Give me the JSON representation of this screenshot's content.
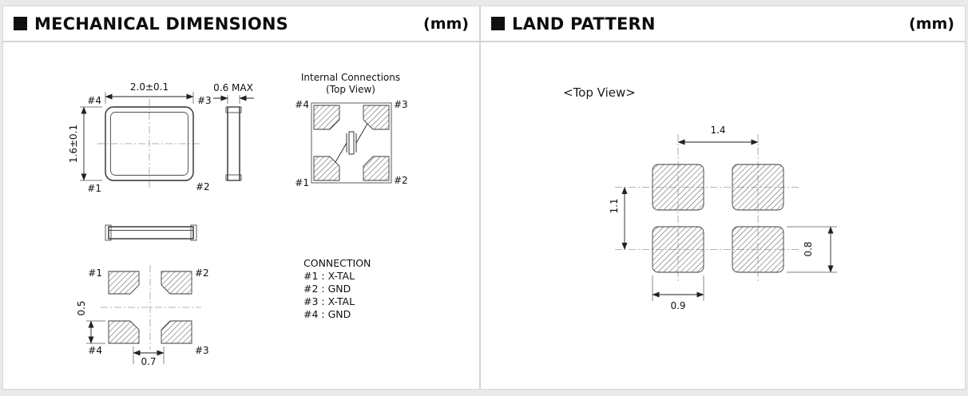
{
  "mechanical": {
    "title": "MECHANICAL DIMENSIONS",
    "unit": "(mm)",
    "top_view": {
      "width_dim": "2.0±0.1",
      "height_dim": "1.6±0.1",
      "pin_tl": "#4",
      "pin_tr": "#3",
      "pin_bl": "#1",
      "pin_br": "#2"
    },
    "side_view": {
      "thickness_dim": "0.6 MAX"
    },
    "internal": {
      "title_line1": "Internal Connections",
      "title_line2": "(Top View)",
      "pin_tl": "#4",
      "pin_tr": "#3",
      "pin_bl": "#1",
      "pin_br": "#2"
    },
    "bottom_view": {
      "pin_tl": "#1",
      "pin_tr": "#2",
      "pin_bl": "#4",
      "pin_br": "#3",
      "pad_height_dim": "0.5",
      "pad_width_dim": "0.7"
    },
    "connection": {
      "title": "CONNECTION",
      "lines": [
        "#1 : X-TAL",
        "#2 : GND",
        "#3 : X-TAL",
        "#4 : GND"
      ]
    }
  },
  "land_pattern": {
    "title": "LAND PATTERN",
    "unit": "(mm)",
    "view_label": "<Top View>",
    "pitch_x_dim": "1.4",
    "pitch_y_dim": "1.1",
    "pad_width_dim": "0.9",
    "pad_height_dim": "0.8"
  }
}
